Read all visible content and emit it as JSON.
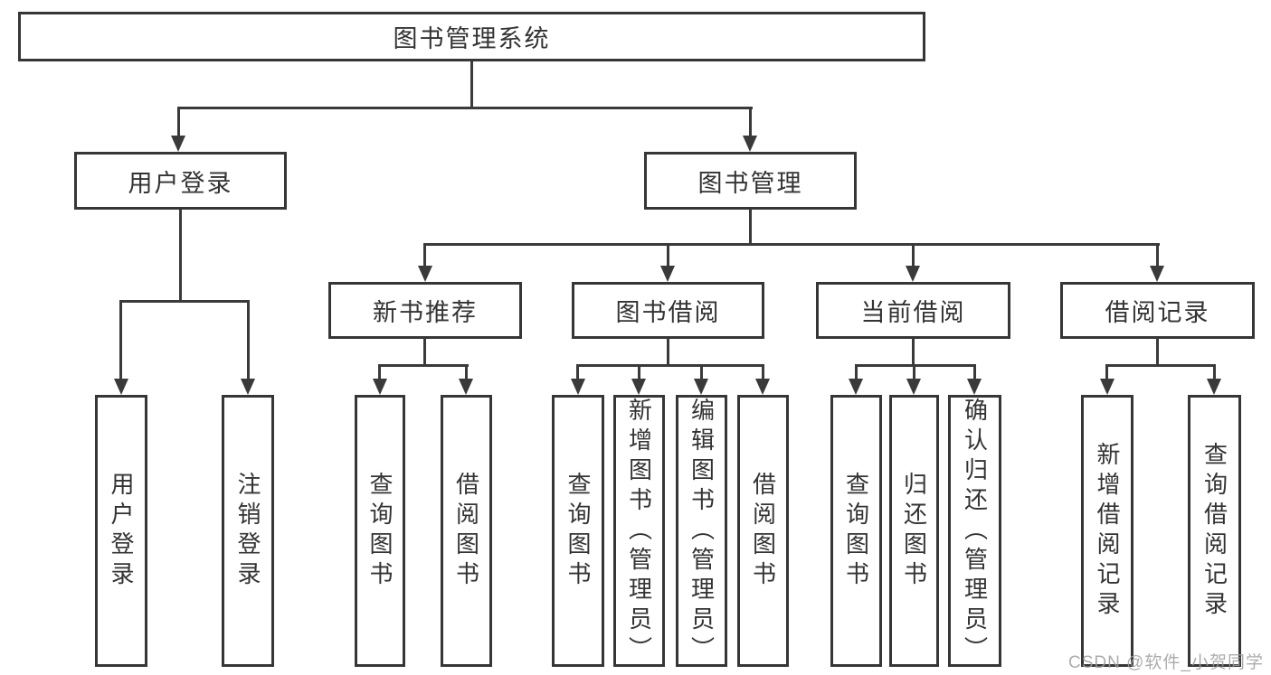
{
  "diagram_type": "hierarchy-tree",
  "colors": {
    "line": "#3a3a3a",
    "box_border": "#363636",
    "box_fill": "#ffffff",
    "text": "#333333",
    "watermark": "#9e9e9e",
    "background": "#ffffff"
  },
  "tree": {
    "root": {
      "label": "图书管理系统",
      "children": [
        {
          "label": "用户登录",
          "children": [
            {
              "label": "用户登录"
            },
            {
              "label": "注销登录"
            }
          ]
        },
        {
          "label": "图书管理",
          "children": [
            {
              "label": "新书推荐",
              "children": [
                {
                  "label": "查询图书"
                },
                {
                  "label": "借阅图书"
                }
              ]
            },
            {
              "label": "图书借阅",
              "children": [
                {
                  "label": "查询图书"
                },
                {
                  "label": "新增图书（管理员）"
                },
                {
                  "label": "编辑图书（管理员）"
                },
                {
                  "label": "借阅图书"
                }
              ]
            },
            {
              "label": "当前借阅",
              "children": [
                {
                  "label": "查询图书"
                },
                {
                  "label": "归还图书"
                },
                {
                  "label": "确认归还（管理员）"
                }
              ]
            },
            {
              "label": "借阅记录",
              "children": [
                {
                  "label": "新增借阅记录"
                },
                {
                  "label": "查询借阅记录"
                }
              ]
            }
          ]
        }
      ]
    }
  },
  "watermark": {
    "text": "CSDN @软件_小贺同学"
  }
}
